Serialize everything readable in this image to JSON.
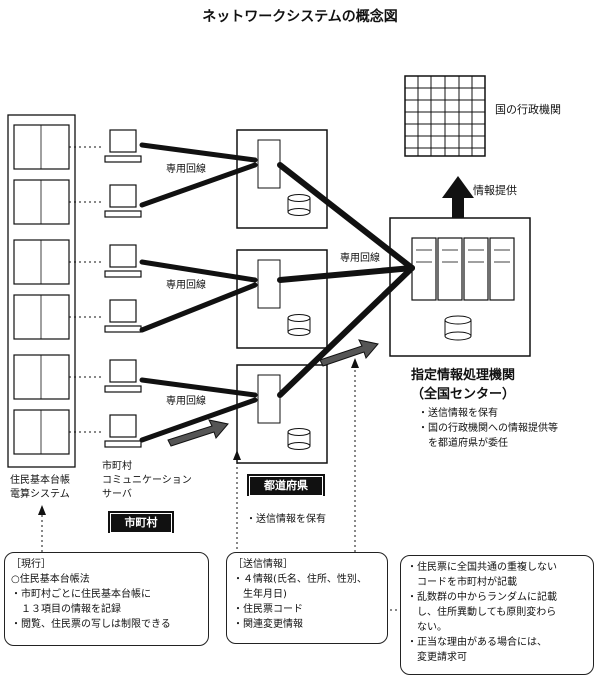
{
  "title": "ネットワークシステムの概念図",
  "labels": {
    "government": "国の行政機関",
    "info_provision": "情報提供",
    "dedicated_line": "専用回線",
    "center_line1": "指定情報処理機関",
    "center_line2": "（全国センター）",
    "prefecture": "都道府県",
    "municipality": "市町村",
    "registry_system_line1": "住民基本台帳",
    "registry_system_line2": "電算システム",
    "comm_server_line1": "市町村",
    "comm_server_line2": "コミュニケーション",
    "comm_server_line3": "サーバ"
  },
  "center_notes": [
    "・送信情報を保有",
    "・国の行政機関への情報提供等",
    "　を都道府県が委任"
  ],
  "prefecture_note": "・送信情報を保有",
  "current_box": {
    "title": "［現行］",
    "lines": [
      "○住民基本台帳法",
      "・市町村ごとに住民基本台帳に",
      "　１３項目の情報を記録",
      "・閲覧、住民票の写しは制限できる"
    ]
  },
  "sent_box": {
    "title": "［送信情報］",
    "lines": [
      "・４情報(氏名、住所、性別、",
      "　生年月日)",
      "・住民票コード",
      "・関連変更情報"
    ]
  },
  "code_box": {
    "lines": [
      "・住民票に全国共通の重複しない",
      "　コードを市町村が記載",
      "・乱数群の中からランダムに記載",
      "　し、住所異動しても原則変わら",
      "　ない。",
      "・正当な理由がある場合には、",
      "　変更請求可"
    ]
  }
}
